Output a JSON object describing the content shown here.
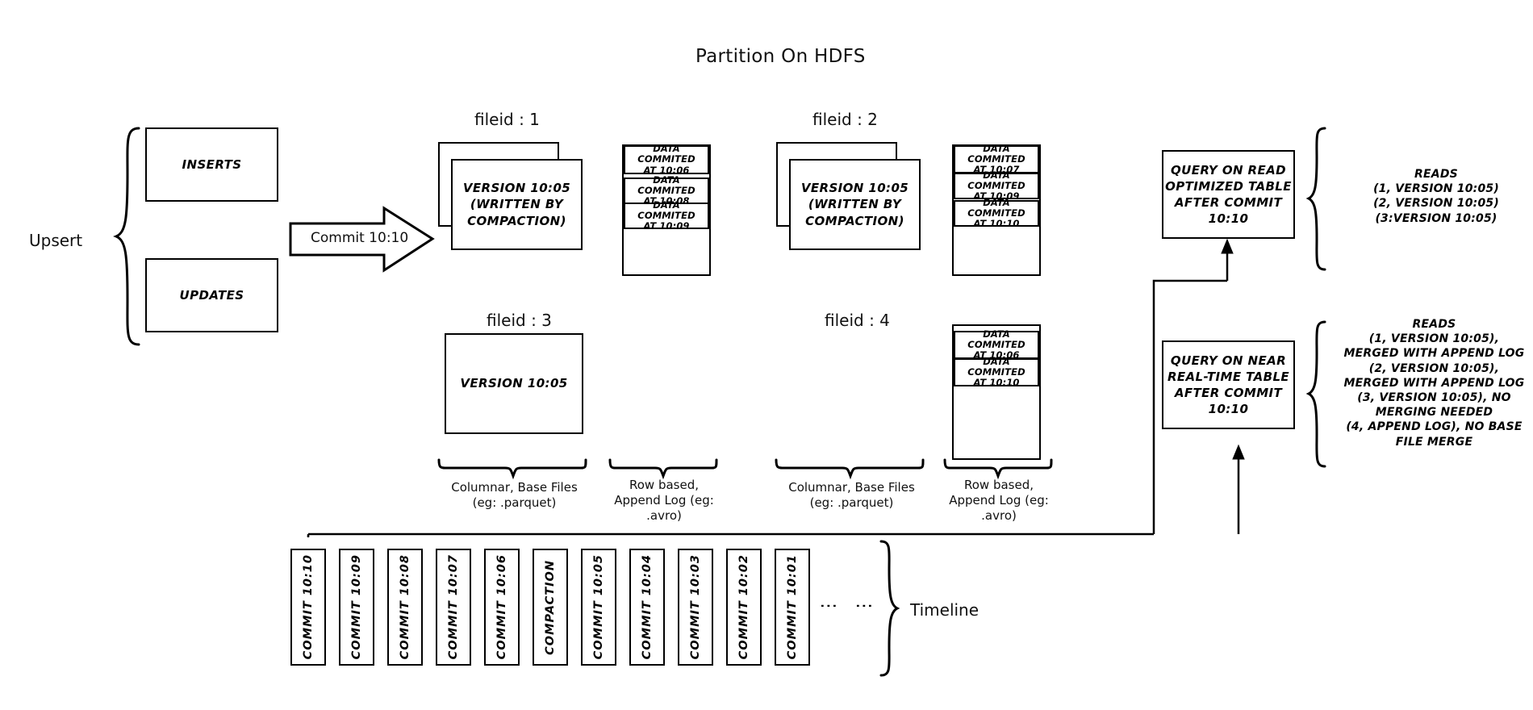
{
  "title": "Partition On HDFS",
  "upsert": {
    "label": "Upsert",
    "inserts_label": "INSERTS",
    "updates_label": "UPDATES"
  },
  "commit_arrow": {
    "label": "Commit 10:10"
  },
  "filegroups": [
    {
      "header": "fileid : 1",
      "base_file": {
        "lines": [
          "VERSION 10:05",
          "(WRITTEN BY",
          "COMPACTION)"
        ],
        "stacked": true
      },
      "log_entries": [
        [
          "DATA COMMITED",
          "AT 10:06"
        ],
        [
          "DATA COMMITED",
          "AT 10:08"
        ],
        [
          "DATA COMMITED",
          "AT 10:09"
        ]
      ]
    },
    {
      "header": "fileid : 2",
      "base_file": {
        "lines": [
          "VERSION 10:05",
          "(WRITTEN BY",
          "COMPACTION)"
        ],
        "stacked": true
      },
      "log_entries": [
        [
          "DATA COMMITED",
          "AT 10:07"
        ],
        [
          "DATA COMMITED",
          "AT 10:09"
        ],
        [
          "DATA COMMITED",
          "AT 10:10"
        ]
      ]
    },
    {
      "header": "fileid : 3",
      "base_file": {
        "lines": [
          "VERSION 10:05"
        ],
        "stacked": false
      },
      "log_entries": []
    },
    {
      "header": "fileid : 4",
      "base_file": null,
      "log_entries": [
        [
          "DATA COMMITED",
          "AT 10:06"
        ],
        [
          "DATA COMMITED",
          "AT 10:10"
        ]
      ]
    }
  ],
  "captions": {
    "columnar_left": [
      "Columnar, Base Files",
      "(eg: .parquet)"
    ],
    "rowlog_left": [
      "Row based,",
      "Append Log  (eg:",
      ".avro)"
    ],
    "columnar_right": [
      "Columnar, Base Files",
      "(eg: .parquet)"
    ],
    "rowlog_right": [
      "Row based,",
      "Append Log  (eg:",
      ".avro)"
    ]
  },
  "queries": {
    "read_optimized": {
      "lines": [
        "QUERY ON READ",
        "OPTIMIZED TABLE",
        "AFTER COMMIT",
        "10:10"
      ],
      "reads": [
        "READS",
        "(1, VERSION 10:05)",
        "(2, VERSION 10:05)",
        "(3:VERSION 10:05)"
      ]
    },
    "near_real_time": {
      "lines": [
        "QUERY ON NEAR",
        "REAL-TIME TABLE",
        "AFTER COMMIT",
        "10:10"
      ],
      "reads": [
        "READS",
        "(1, VERSION 10:05),",
        "MERGED WITH APPEND LOG",
        "(2, VERSION 10:05),",
        "MERGED WITH APPEND LOG",
        "(3, VERSION 10:05), NO",
        "MERGING NEEDED",
        "(4, APPEND LOG), NO BASE",
        "FILE MERGE"
      ]
    }
  },
  "timeline": {
    "label": "Timeline",
    "items": [
      "COMMIT  10:10",
      "COMMIT  10:09",
      "COMMIT  10:08",
      "COMMIT  10:07",
      "COMMIT  10:06",
      "COMPACTION",
      "COMMIT  10:05",
      "COMMIT  10:04",
      "COMMIT  10:03",
      "COMMIT  10:02",
      "COMMIT  10:01"
    ],
    "ellipsis": [
      "⋮",
      "⋮"
    ]
  },
  "colors": {
    "stroke": "#000000",
    "background": "#ffffff"
  }
}
